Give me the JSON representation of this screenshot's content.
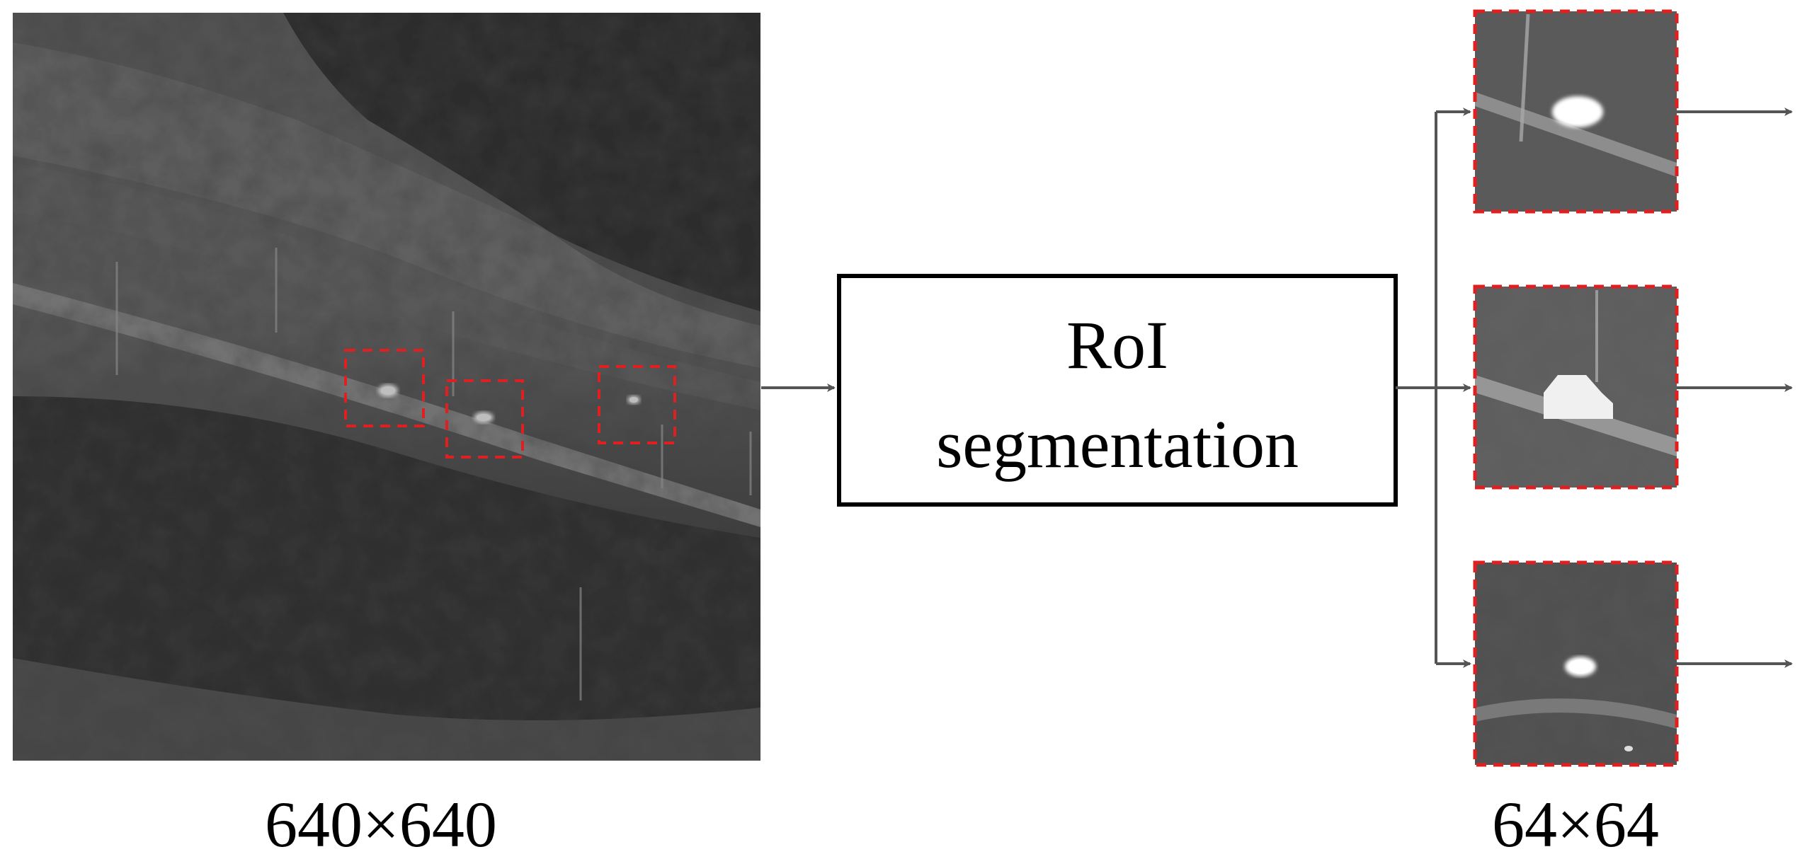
{
  "input_image": {
    "size_label": "640×640",
    "description_hidden": true
  },
  "process_box": {
    "line1": "RoI",
    "line2": "segmentation"
  },
  "output_patches": {
    "size_label": "64×64",
    "count": 3
  },
  "colors": {
    "roi_dash": "#e02020",
    "arrow": "#555555",
    "box_stroke": "#000000"
  }
}
